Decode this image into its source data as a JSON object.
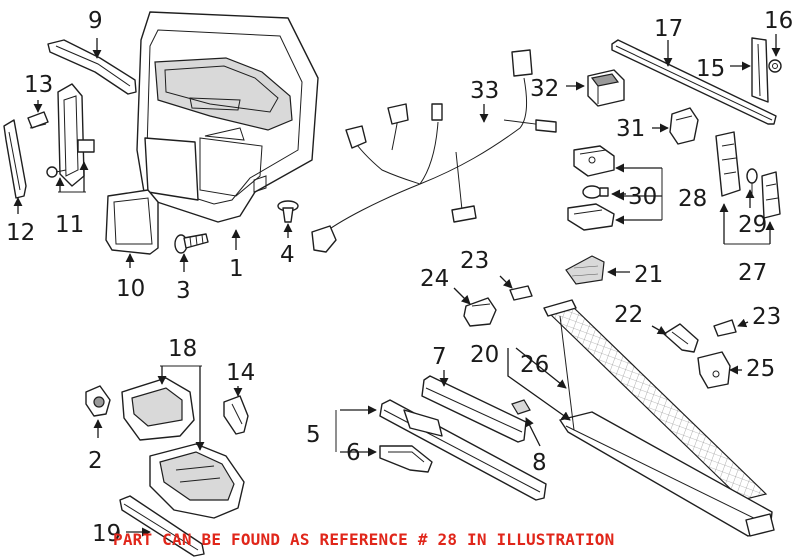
{
  "callouts": {
    "c1": "1",
    "c2": "2",
    "c3": "3",
    "c4": "4",
    "c5": "5",
    "c6": "6",
    "c7": "7",
    "c8": "8",
    "c9": "9",
    "c10": "10",
    "c11": "11",
    "c12": "12",
    "c13": "13",
    "c14": "14",
    "c15": "15",
    "c16": "16",
    "c17": "17",
    "c18": "18",
    "c19": "19",
    "c20": "20",
    "c21": "21",
    "c22": "22",
    "c23a": "23",
    "c23b": "23",
    "c24": "24",
    "c25": "25",
    "c26": "26",
    "c27": "27",
    "c28": "28",
    "c29": "29",
    "c30": "30",
    "c31": "31",
    "c32": "32",
    "c33": "33"
  },
  "footer": {
    "note": "PART CAN BE FOUND AS REFERENCE # 28 IN ILLUSTRATION",
    "note_color": "#e0261a"
  }
}
